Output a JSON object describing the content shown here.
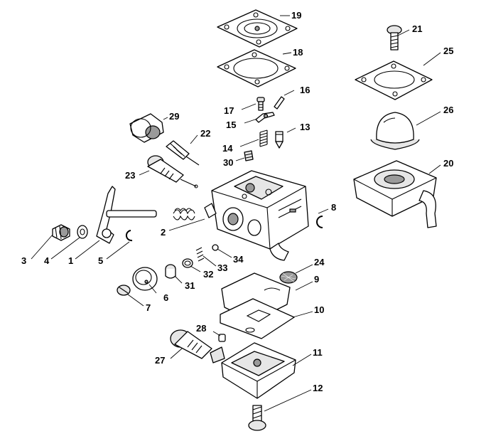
{
  "colors": {
    "ink": "#000000",
    "paper": "#ffffff",
    "shade": "#e6e6e6",
    "dark": "#9a9a9a"
  },
  "callouts": [
    {
      "id": "1",
      "label": "1"
    },
    {
      "id": "2",
      "label": "2"
    },
    {
      "id": "3",
      "label": "3"
    },
    {
      "id": "4",
      "label": "4"
    },
    {
      "id": "5",
      "label": "5"
    },
    {
      "id": "6",
      "label": "6"
    },
    {
      "id": "7",
      "label": "7"
    },
    {
      "id": "8",
      "label": "8"
    },
    {
      "id": "9",
      "label": "9"
    },
    {
      "id": "10",
      "label": "10"
    },
    {
      "id": "11",
      "label": "11"
    },
    {
      "id": "12",
      "label": "12"
    },
    {
      "id": "13",
      "label": "13"
    },
    {
      "id": "14",
      "label": "14"
    },
    {
      "id": "15",
      "label": "15"
    },
    {
      "id": "16",
      "label": "16"
    },
    {
      "id": "17",
      "label": "17"
    },
    {
      "id": "18",
      "label": "18"
    },
    {
      "id": "19",
      "label": "19"
    },
    {
      "id": "20",
      "label": "20"
    },
    {
      "id": "21",
      "label": "21"
    },
    {
      "id": "22",
      "label": "22"
    },
    {
      "id": "23",
      "label": "23"
    },
    {
      "id": "24",
      "label": "24"
    },
    {
      "id": "25",
      "label": "25"
    },
    {
      "id": "26",
      "label": "26"
    },
    {
      "id": "27",
      "label": "27"
    },
    {
      "id": "28",
      "label": "28"
    },
    {
      "id": "29",
      "label": "29"
    },
    {
      "id": "30",
      "label": "30"
    },
    {
      "id": "31",
      "label": "31"
    },
    {
      "id": "32",
      "label": "32"
    },
    {
      "id": "33",
      "label": "33"
    },
    {
      "id": "34",
      "label": "34"
    }
  ]
}
